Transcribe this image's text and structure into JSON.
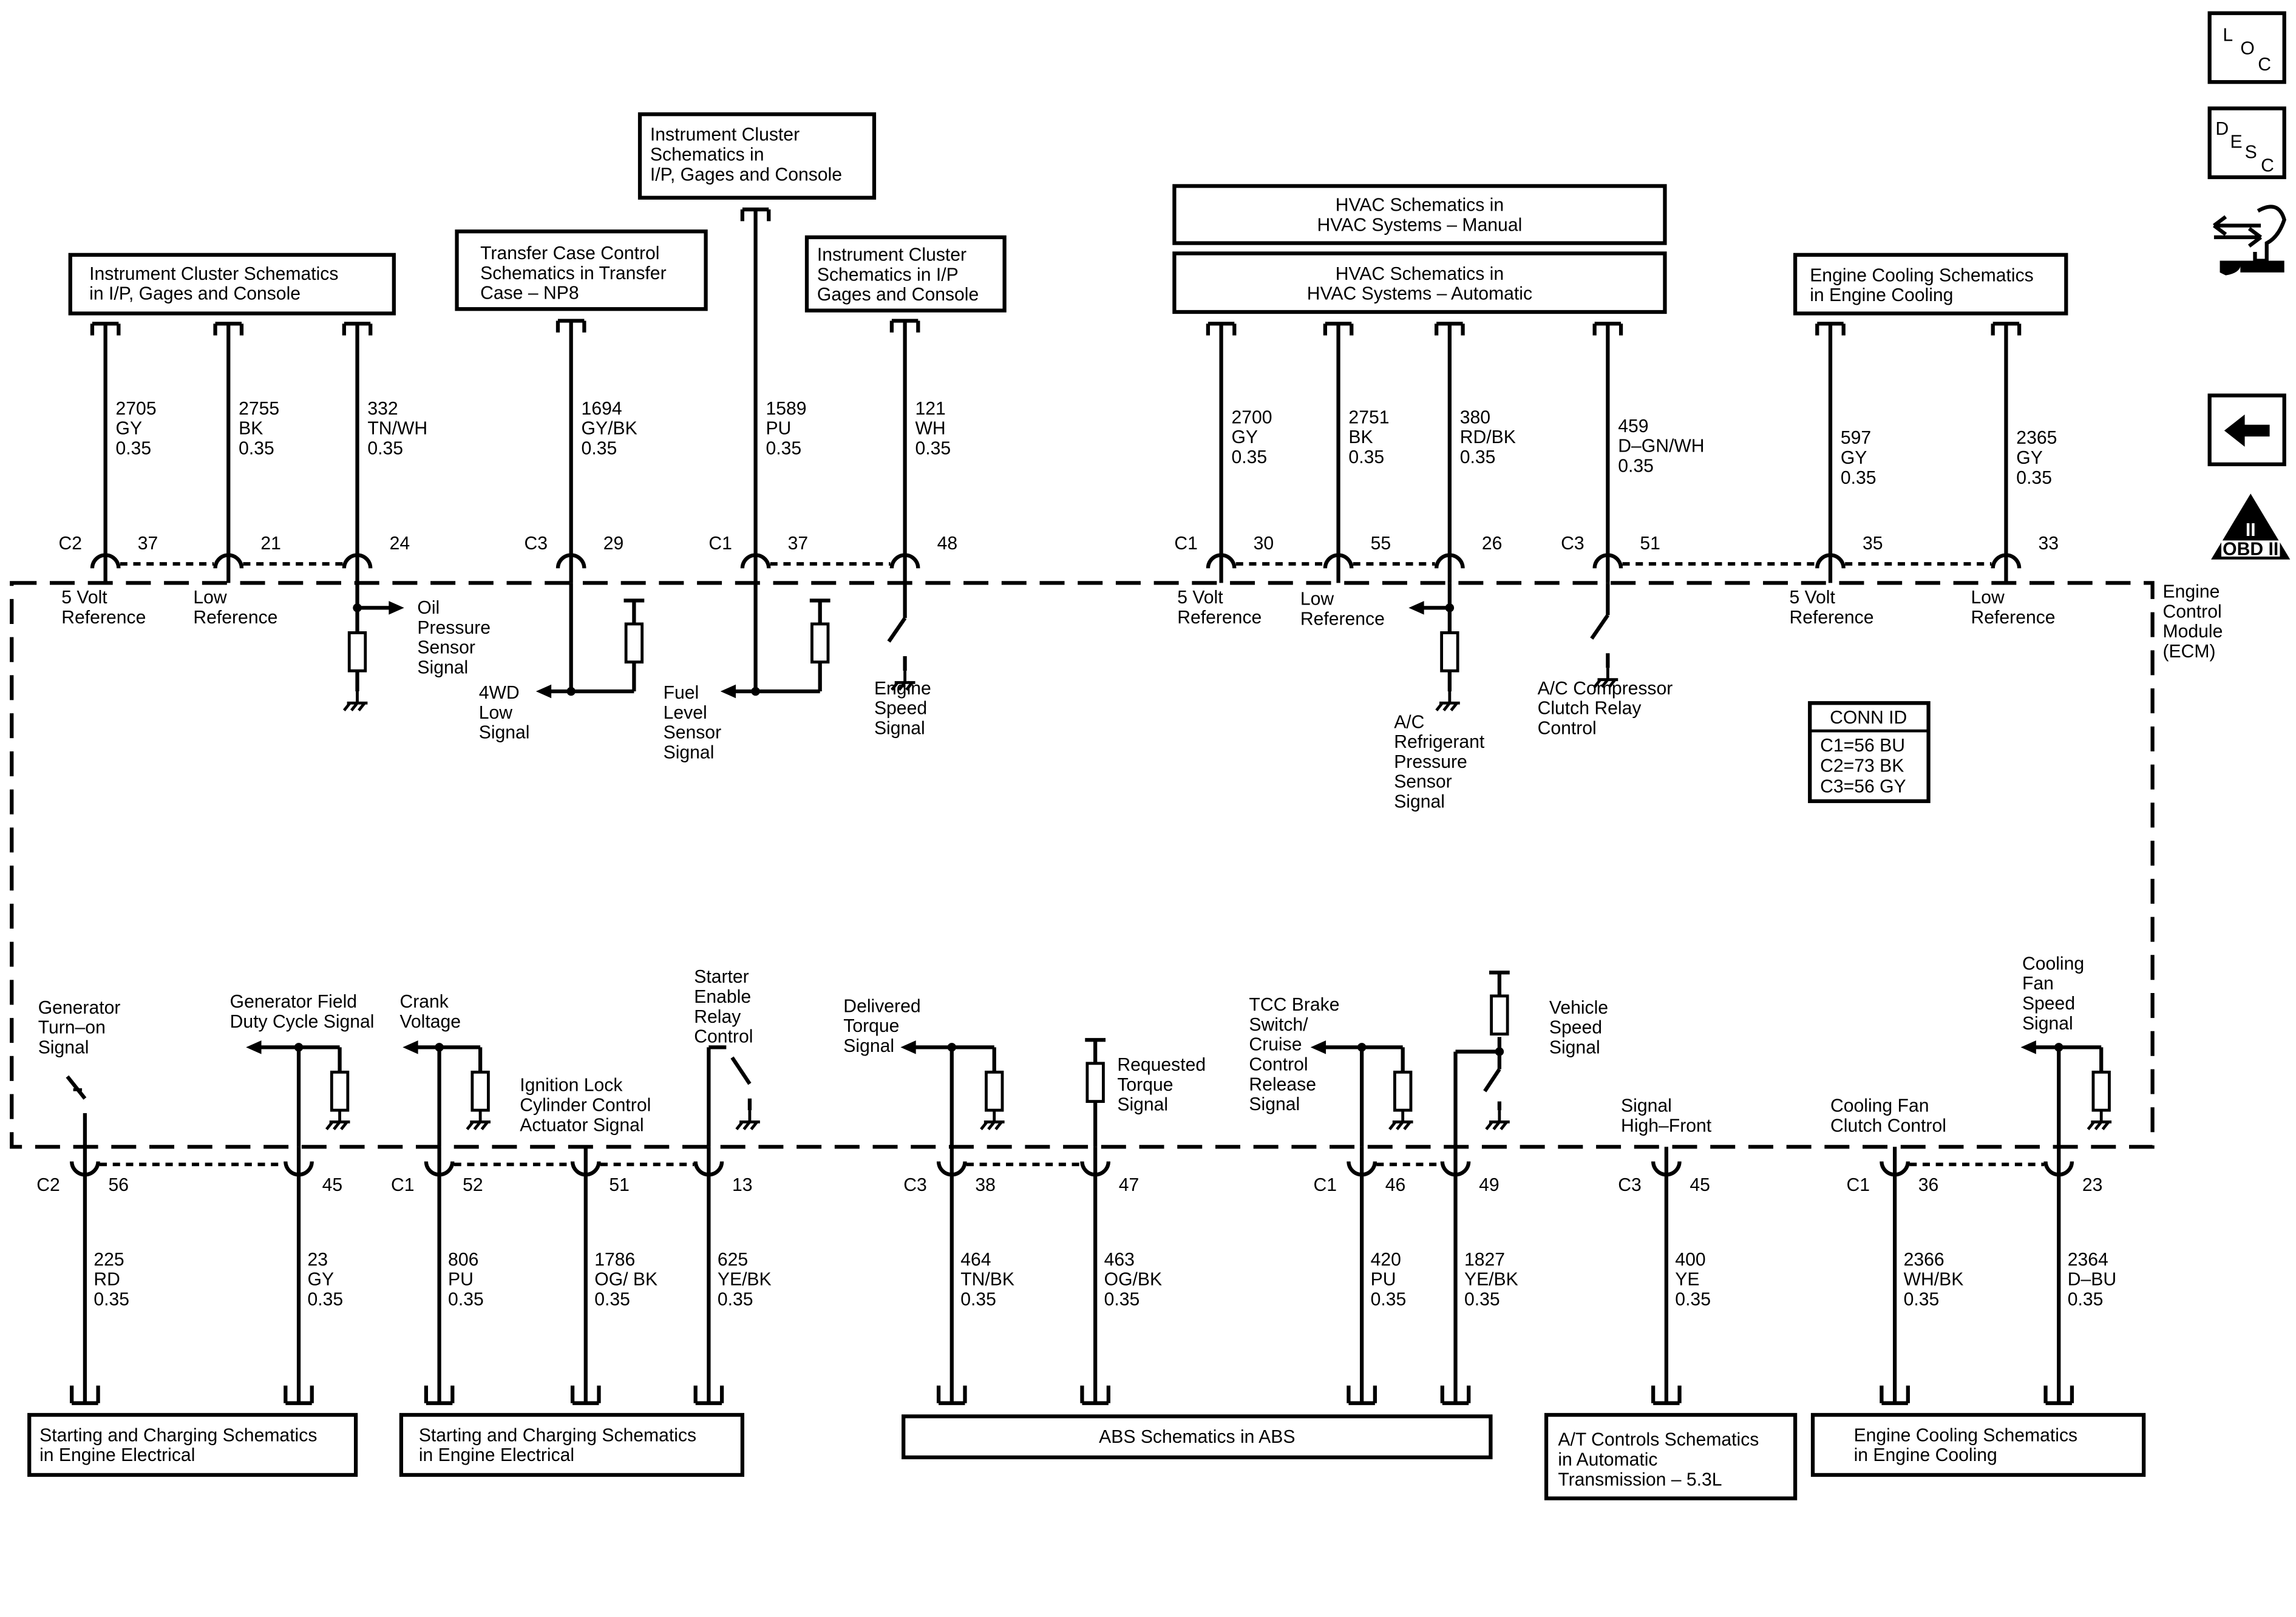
{
  "module": {
    "lines": [
      "Engine",
      "Control",
      "Module",
      "(ECM)"
    ]
  },
  "conn_id": {
    "title": "CONN ID",
    "lines": [
      "C1=56 BU",
      "C2=73 BK",
      "C3=56 GY"
    ]
  },
  "side_icons": {
    "loc": [
      "L",
      "O",
      "C"
    ],
    "desc": [
      "D",
      "E",
      "S",
      "C"
    ],
    "obd": {
      "numeral": "II",
      "label": "OBD II"
    },
    "icons": [
      "loc-icon",
      "desc-icon",
      "connector-tool-icon",
      "back-arrow-icon",
      "obd-ii-icon"
    ]
  },
  "top_boxes": [
    {
      "id": "ic1",
      "lines": [
        "Instrument Cluster Schematics",
        "in I/P, Gages and Console"
      ]
    },
    {
      "id": "tc",
      "lines": [
        "Transfer Case Control",
        "Schematics in Transfer",
        "Case – NP8"
      ]
    },
    {
      "id": "ic2",
      "lines": [
        "Instrument Cluster",
        "Schematics in",
        "I/P, Gages and Console"
      ]
    },
    {
      "id": "ic3",
      "lines": [
        "Instrument Cluster",
        "Schematics in I/P",
        "Gages and Console"
      ]
    },
    {
      "id": "hvacm",
      "lines": [
        "HVAC Schematics in",
        "HVAC Systems – Manual"
      ]
    },
    {
      "id": "hvaca",
      "lines": [
        "HVAC Schematics in",
        "HVAC Systems – Automatic"
      ]
    },
    {
      "id": "ec1",
      "lines": [
        "Engine Cooling Schematics",
        "in Engine Cooling"
      ]
    }
  ],
  "bottom_boxes": [
    {
      "id": "sc1",
      "lines": [
        "Starting and Charging Schematics",
        "in Engine Electrical"
      ]
    },
    {
      "id": "sc2",
      "lines": [
        "Starting and Charging Schematics",
        "in Engine Electrical"
      ]
    },
    {
      "id": "abs",
      "lines": [
        "ABS Schematics in ABS"
      ]
    },
    {
      "id": "at",
      "lines": [
        "A/T Controls Schematics",
        "in Automatic",
        "Transmission – 5.3L"
      ]
    },
    {
      "id": "ec2",
      "lines": [
        "Engine Cooling Schematics",
        "in Engine Cooling"
      ]
    }
  ],
  "top_circuits": [
    {
      "connector": "C2",
      "pin": "37",
      "wire": [
        "2705",
        "GY",
        "0.35"
      ],
      "signal": [
        "5 Volt",
        "Reference"
      ]
    },
    {
      "connector": "",
      "pin": "21",
      "wire": [
        "2755",
        "BK",
        "0.35"
      ],
      "signal": [
        "Low",
        "Reference"
      ]
    },
    {
      "connector": "",
      "pin": "24",
      "wire": [
        "332",
        "TN/WH",
        "0.35"
      ],
      "signal": [
        "Oil",
        "Pressure",
        "Sensor",
        "Signal"
      ]
    },
    {
      "connector": "C3",
      "pin": "29",
      "wire": [
        "1694",
        "GY/BK",
        "0.35"
      ],
      "signal": [
        "4WD",
        "Low",
        "Signal"
      ]
    },
    {
      "connector": "C1",
      "pin": "37",
      "wire": [
        "1589",
        "PU",
        "0.35"
      ],
      "signal": [
        "Fuel",
        "Level",
        "Sensor",
        "Signal"
      ]
    },
    {
      "connector": "",
      "pin": "48",
      "wire": [
        "121",
        "WH",
        "0.35"
      ],
      "signal": [
        "Engine",
        "Speed",
        "Signal"
      ]
    },
    {
      "connector": "C1",
      "pin": "30",
      "wire": [
        "2700",
        "GY",
        "0.35"
      ],
      "signal": [
        "5 Volt",
        "Reference"
      ]
    },
    {
      "connector": "",
      "pin": "55",
      "wire": [
        "2751",
        "BK",
        "0.35"
      ],
      "signal": [
        "Low",
        "Reference"
      ]
    },
    {
      "connector": "",
      "pin": "26",
      "wire": [
        "380",
        "RD/BK",
        "0.35"
      ],
      "signal": [
        "A/C",
        "Refrigerant",
        "Pressure",
        "Sensor",
        "Signal"
      ]
    },
    {
      "connector": "C3",
      "pin": "51",
      "wire": [
        "459",
        "D–GN/WH",
        "0.35"
      ],
      "signal": [
        "A/C Compressor",
        "Clutch Relay",
        "Control"
      ]
    },
    {
      "connector": "",
      "pin": "35",
      "wire": [
        "597",
        "GY",
        "0.35"
      ],
      "signal": [
        "5 Volt",
        "Reference"
      ]
    },
    {
      "connector": "",
      "pin": "33",
      "wire": [
        "2365",
        "GY",
        "0.35"
      ],
      "signal": [
        "Low",
        "Reference"
      ]
    }
  ],
  "bottom_circuits": [
    {
      "connector": "C2",
      "pin": "56",
      "wire": [
        "225",
        "RD",
        "0.35"
      ],
      "signal": [
        "Generator",
        "Turn–on",
        "Signal"
      ]
    },
    {
      "connector": "",
      "pin": "45",
      "wire": [
        "23",
        "GY",
        "0.35"
      ],
      "signal": [
        "Generator Field",
        "Duty Cycle Signal"
      ]
    },
    {
      "connector": "C1",
      "pin": "52",
      "wire": [
        "806",
        "PU",
        "0.35"
      ],
      "signal": [
        "Crank",
        "Voltage"
      ]
    },
    {
      "connector": "",
      "pin": "51",
      "wire": [
        "1786",
        "OG/ BK",
        "0.35"
      ],
      "signal": [
        "Ignition Lock",
        "Cylinder Control",
        "Actuator Signal"
      ]
    },
    {
      "connector": "",
      "pin": "13",
      "wire": [
        "625",
        "YE/BK",
        "0.35"
      ],
      "signal": [
        "Starter",
        "Enable",
        "Relay",
        "Control"
      ]
    },
    {
      "connector": "C3",
      "pin": "38",
      "wire": [
        "464",
        "TN/BK",
        "0.35"
      ],
      "signal": [
        "Delivered",
        "Torque",
        "Signal"
      ]
    },
    {
      "connector": "",
      "pin": "47",
      "wire": [
        "463",
        "OG/BK",
        "0.35"
      ],
      "signal": [
        "Requested",
        "Torque",
        "Signal"
      ]
    },
    {
      "connector": "C1",
      "pin": "46",
      "wire": [
        "420",
        "PU",
        "0.35"
      ],
      "signal": [
        "TCC Brake",
        "Switch/",
        "Cruise",
        "Control",
        "Release",
        "Signal"
      ]
    },
    {
      "connector": "",
      "pin": "49",
      "wire": [
        "1827",
        "YE/BK",
        "0.35"
      ],
      "signal": [
        "Vehicle",
        "Speed",
        "Signal"
      ]
    },
    {
      "connector": "C3",
      "pin": "45",
      "wire": [
        "400",
        "YE",
        "0.35"
      ],
      "signal": [
        "Signal",
        "High–Front"
      ]
    },
    {
      "connector": "C1",
      "pin": "36",
      "wire": [
        "2366",
        "WH/BK",
        "0.35"
      ],
      "signal": [
        "Cooling Fan",
        "Clutch Control"
      ]
    },
    {
      "connector": "",
      "pin": "23",
      "wire": [
        "2364",
        "D–BU",
        "0.35"
      ],
      "signal": [
        "Cooling",
        "Fan",
        "Speed",
        "Signal"
      ]
    }
  ]
}
